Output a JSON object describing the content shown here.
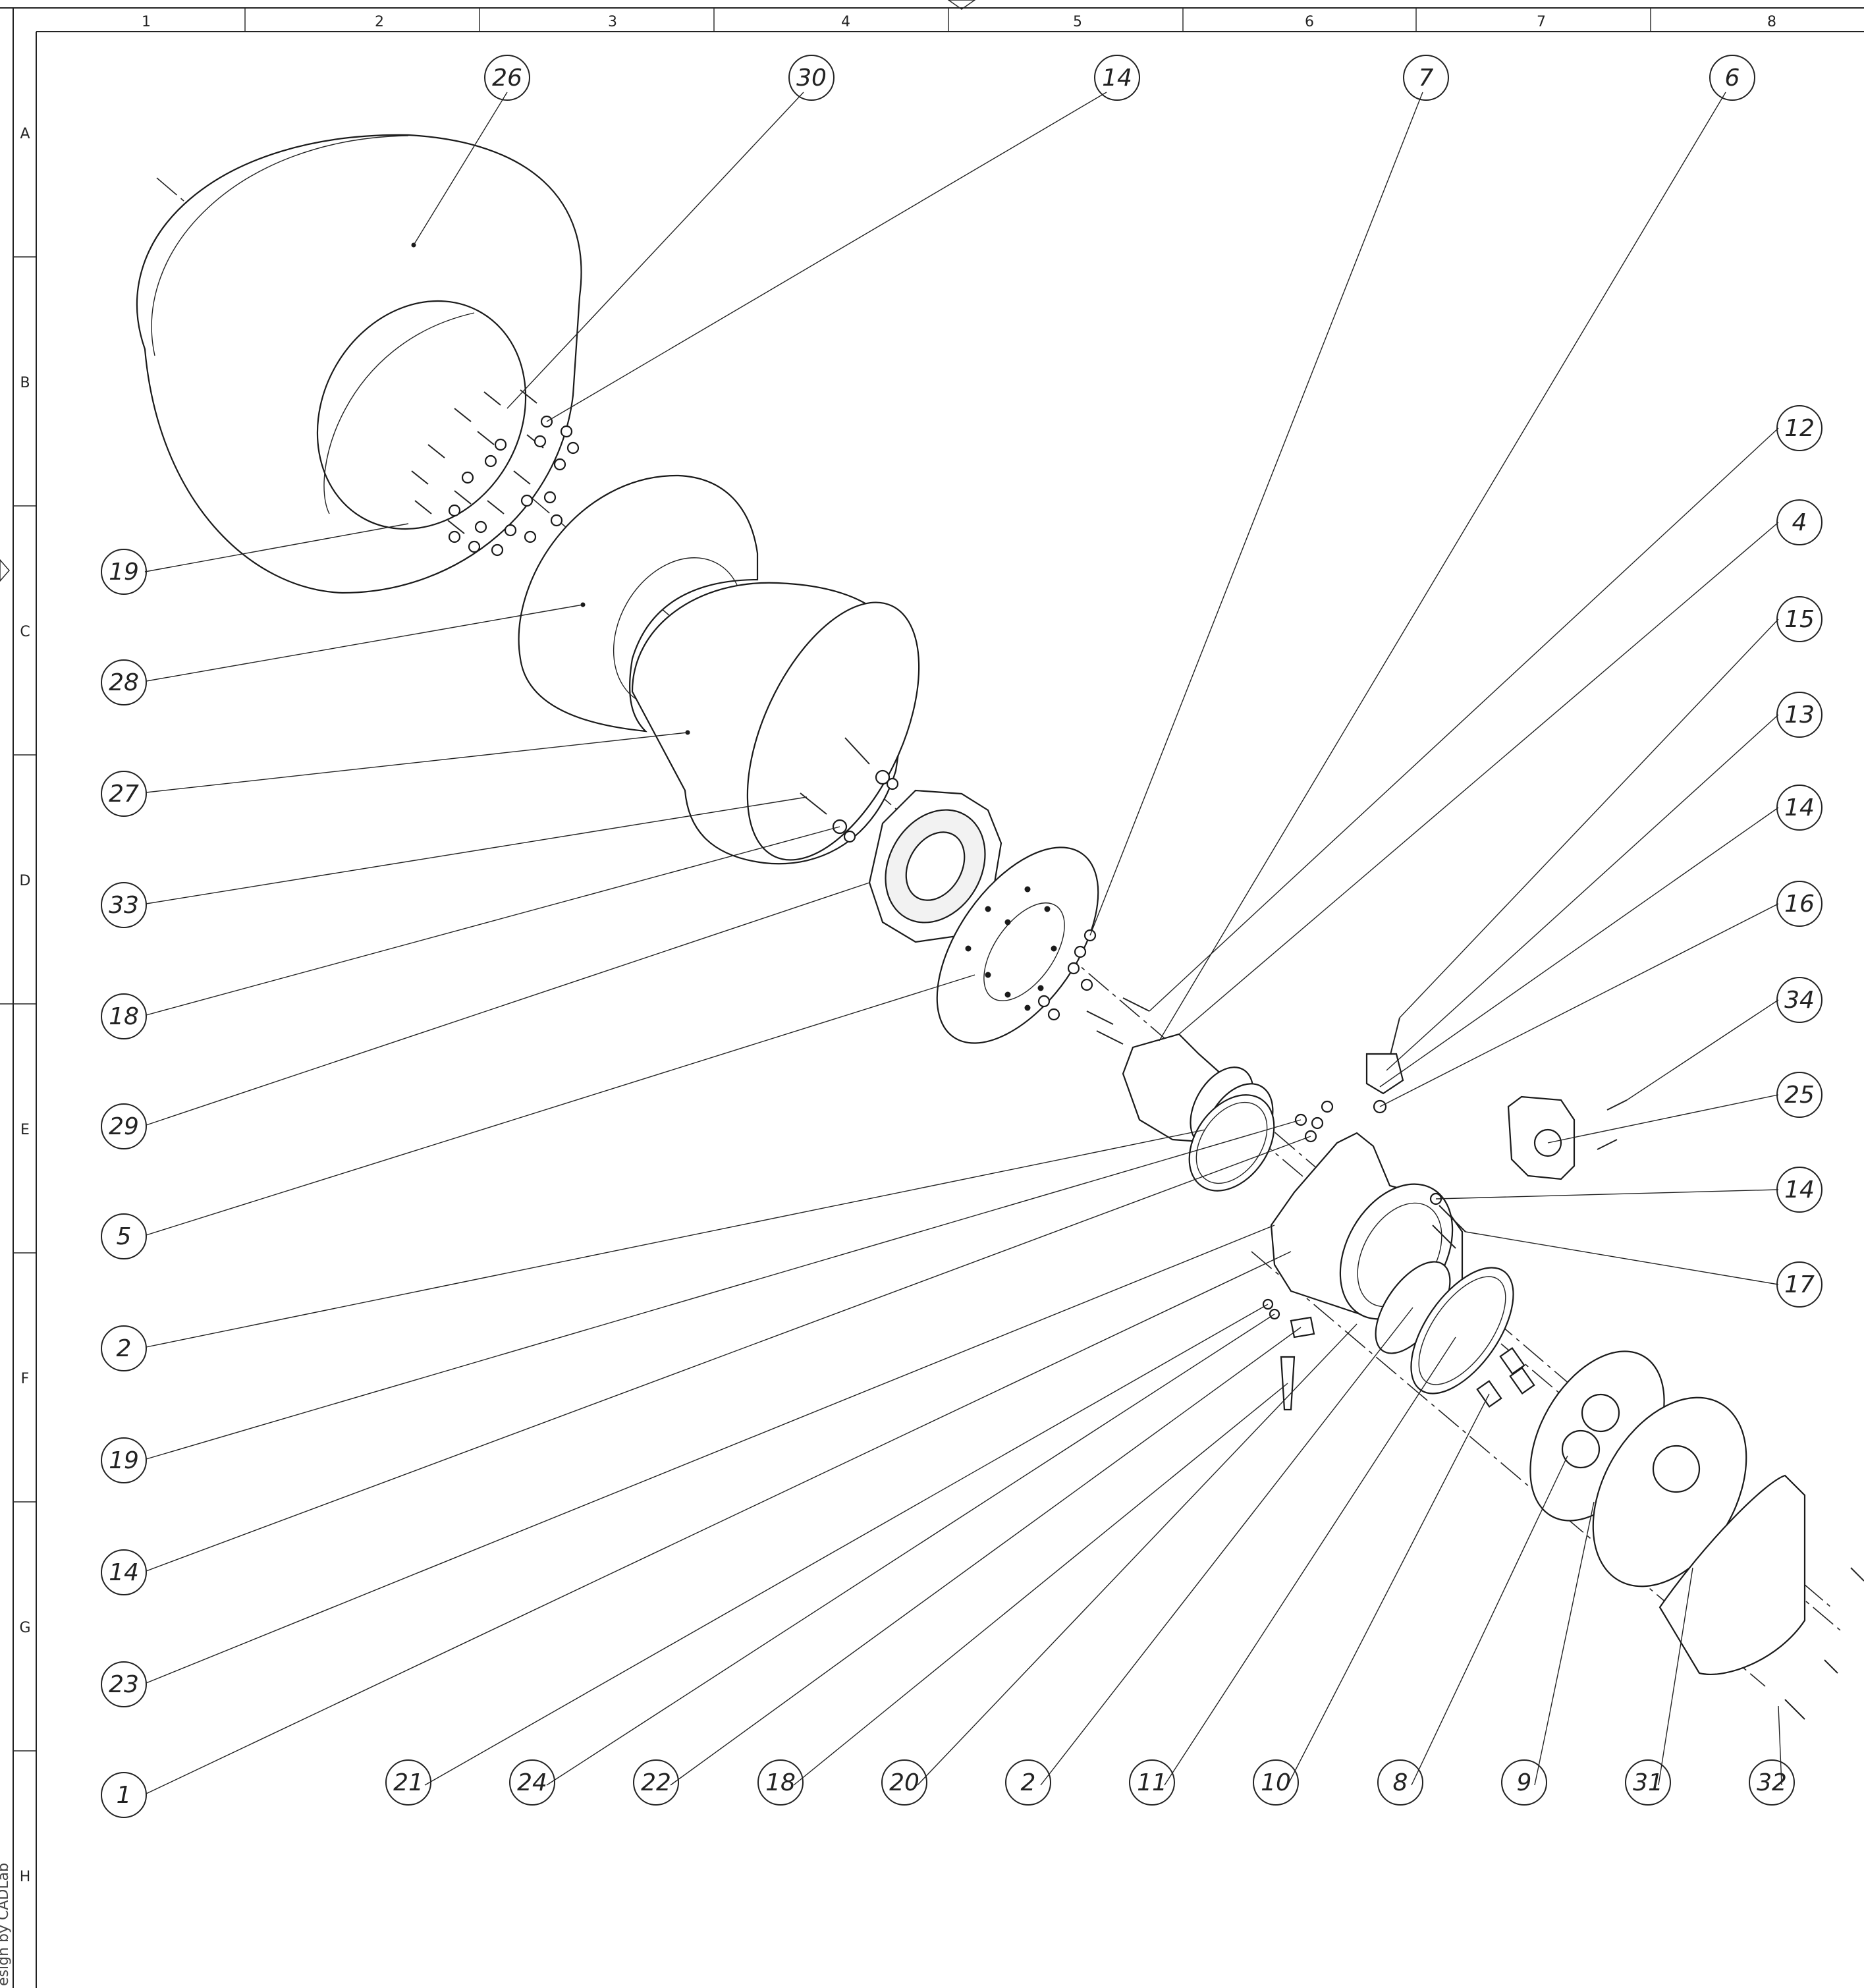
{
  "drawing": {
    "title": "",
    "watermark": "esign by CADLab",
    "column_zones": [
      "1",
      "2",
      "3",
      "4",
      "5",
      "6",
      "7",
      "8"
    ],
    "row_zones": [
      "A",
      "B",
      "C",
      "D",
      "E",
      "F",
      "G",
      "H"
    ],
    "balloons_top": [
      {
        "id": "26",
        "label": "26"
      },
      {
        "id": "30",
        "label": "30"
      },
      {
        "id": "14",
        "label": "14"
      },
      {
        "id": "7",
        "label": "7"
      },
      {
        "id": "6",
        "label": "6"
      }
    ],
    "balloons_left": [
      {
        "id": "19",
        "label": "19"
      },
      {
        "id": "28",
        "label": "28"
      },
      {
        "id": "27",
        "label": "27"
      },
      {
        "id": "33",
        "label": "33"
      },
      {
        "id": "18",
        "label": "18"
      },
      {
        "id": "29",
        "label": "29"
      },
      {
        "id": "5",
        "label": "5"
      },
      {
        "id": "2",
        "label": "2"
      },
      {
        "id": "19",
        "label": "19"
      },
      {
        "id": "14",
        "label": "14"
      },
      {
        "id": "23",
        "label": "23"
      },
      {
        "id": "1",
        "label": "1"
      }
    ],
    "balloons_right": [
      {
        "id": "12",
        "label": "12"
      },
      {
        "id": "4",
        "label": "4"
      },
      {
        "id": "15",
        "label": "15"
      },
      {
        "id": "13",
        "label": "13"
      },
      {
        "id": "14",
        "label": "14"
      },
      {
        "id": "16",
        "label": "16"
      },
      {
        "id": "34",
        "label": "34"
      },
      {
        "id": "25",
        "label": "25"
      },
      {
        "id": "14",
        "label": "14"
      },
      {
        "id": "17",
        "label": "17"
      }
    ],
    "balloons_bottom": [
      {
        "id": "21",
        "label": "21"
      },
      {
        "id": "24",
        "label": "24"
      },
      {
        "id": "22",
        "label": "22"
      },
      {
        "id": "18",
        "label": "18"
      },
      {
        "id": "20",
        "label": "20"
      },
      {
        "id": "2",
        "label": "2"
      },
      {
        "id": "11",
        "label": "11"
      },
      {
        "id": "10",
        "label": "10"
      },
      {
        "id": "8",
        "label": "8"
      },
      {
        "id": "9",
        "label": "9"
      },
      {
        "id": "31",
        "label": "31"
      },
      {
        "id": "32",
        "label": "32"
      }
    ]
  }
}
